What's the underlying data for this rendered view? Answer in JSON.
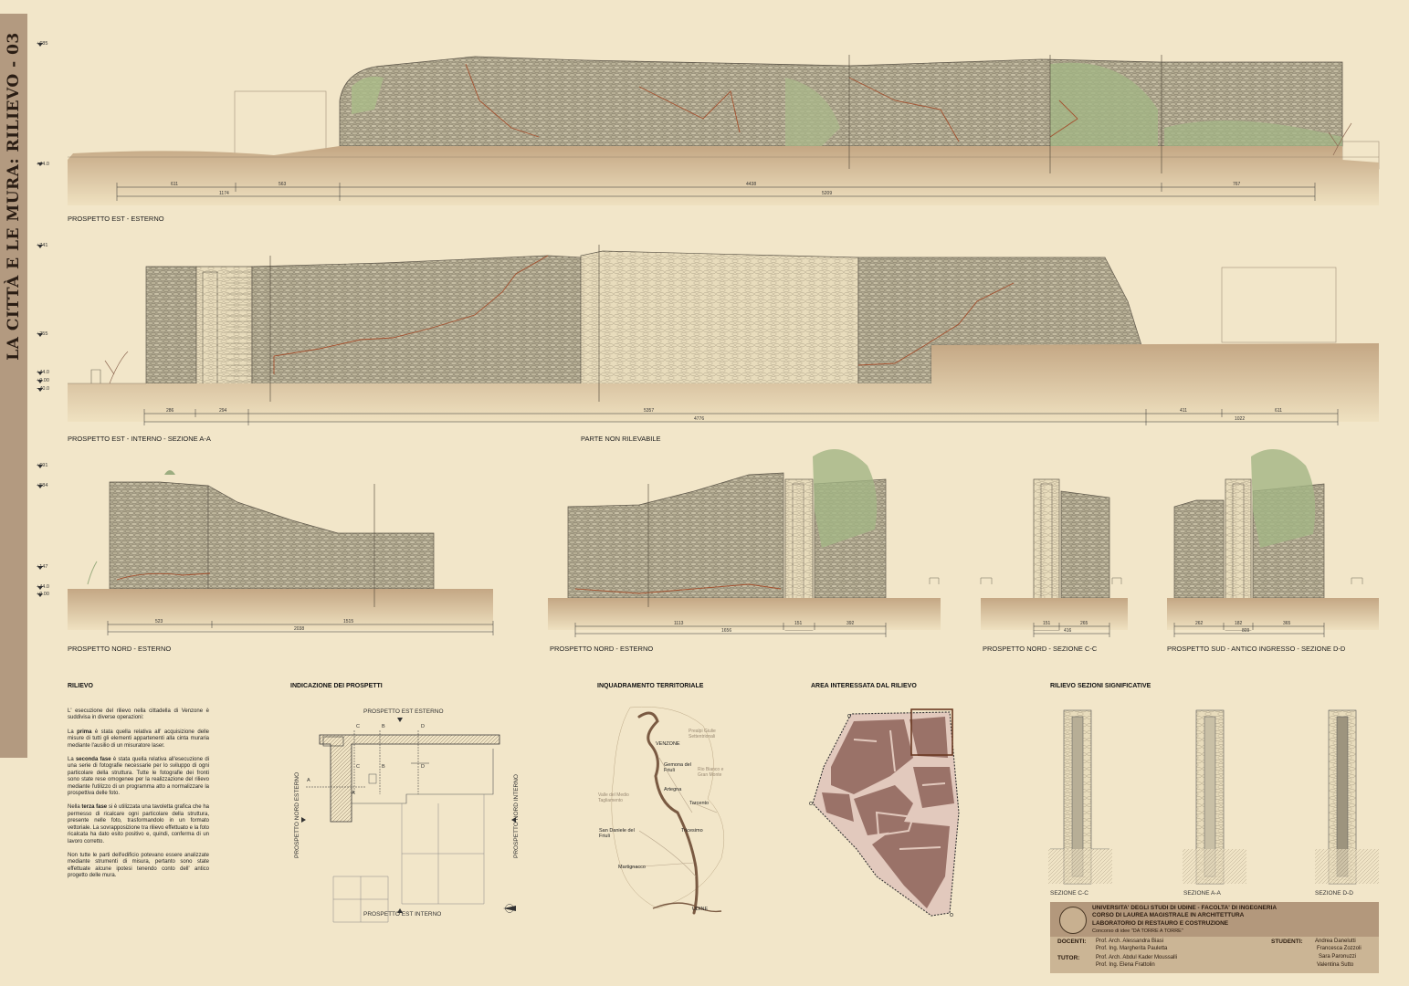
{
  "title": "LA CITTÀ E LE MURA: RILIEVO - 03",
  "colors": {
    "background": "#f2e6c9",
    "title_band": "#b39a80",
    "ground": "#c7ad8a",
    "stone": "#a9a089",
    "crack": "#a4502e",
    "vegetation": "#9cad80",
    "town_block": "#9a7268"
  },
  "elevation_1": {
    "label": "PROSPETTO EST - ESTERNO",
    "levels": [
      "+685",
      "+44.0"
    ],
    "dims_top": [
      "611",
      "563",
      "4438",
      "767"
    ],
    "dims_bottom": [
      "1174",
      "5209"
    ]
  },
  "elevation_2": {
    "label": "PROSPETTO EST - INTERNO - SEZIONE A-A",
    "note": "PARTE NON RILEVABILE",
    "levels": [
      "+741",
      "+255",
      "+44.0",
      "+0.00",
      "- 40.0"
    ],
    "dims_top": [
      "286",
      "294",
      "5357",
      "411",
      "611"
    ],
    "dims_bottom": [
      "4776",
      "1022"
    ]
  },
  "elevation_3": {
    "label": "PROSPETTO NORD - ESTERNO",
    "levels": [
      "+691",
      "+584",
      "+147",
      "+44.0",
      "+0.00"
    ],
    "dims_top": [
      "523",
      "1515"
    ],
    "dims_bottom": [
      "2038"
    ]
  },
  "elevation_4": {
    "label": "PROSPETTO NORD - ESTERNO",
    "dims_top": [
      "1113",
      "151",
      "392"
    ],
    "dims_bottom": [
      "1656"
    ]
  },
  "elevation_5": {
    "label": "PROSPETTO NORD - SEZIONE C-C",
    "dims_top": [
      "151",
      "265"
    ],
    "dims_bottom": [
      "416"
    ]
  },
  "elevation_6": {
    "label": "PROSPETTO SUD - ANTICO INGRESSO - SEZIONE D-D",
    "dims_top": [
      "262",
      "182",
      "365"
    ],
    "dims_bottom": [
      "809"
    ]
  },
  "rilievo": {
    "heading": "RILIEVO",
    "p1": "L' esecuzione del rilievo nella cittadella di Venzone è suddivisa in diverse operazioni:",
    "p2_bold": "prima",
    "p2_a": "La ",
    "p2_b": " è stata quella relativa all' acquisizione delle misure di tutti gli elementi appartenenti alla cinta muraria mediante l'ausilio di un misuratore laser.",
    "p3_bold": "seconda fase",
    "p3_a": "La ",
    "p3_b": " è stata quella relativa all'esecuzione di una serie di fotografie necessarie per lo sviluppo di ogni particolare della struttura. Tutte le fotografie dei fronti sono state rese omogenee per la realizzazione del rilievo mediante l'utilizzo di un programma atto a normalizzare la prospettiva delle foto.",
    "p4_bold": "terza fase",
    "p4_a": "Nella ",
    "p4_b": " si è utilizzata una tavoletta grafica che ha permesso di ricalcare ogni particolare della struttura, presente nelle foto, trasformandolo in un formato vettoriale. La sovrapposizione tra rilievo effettuato e la foto ricalcata ha dato esito positivo e, quindi, conferma di un lavoro corretto.",
    "p5": "Non tutte le parti dell'edificio potevano essere analizzate mediante strumenti di misura, pertanto sono state effettuate alcune ipotesi tenendo conto dell' antico progetto delle mura."
  },
  "indicazione": {
    "heading": "INDICAZIONE DEI PROSPETTI",
    "top_label": "PROSPETTO EST ESTERNO",
    "bottom_label": "PROSPETTO EST INTERNO",
    "left_label": "PROSPETTO NORD ESTERNO",
    "right_label": "PROSPETTO NORD INTERNO",
    "markers": [
      "C",
      "B",
      "D",
      "A",
      "C",
      "B",
      "D",
      "A"
    ]
  },
  "inquadramento": {
    "heading": "INQUADRAMENTO TERRITORIALE",
    "towns": [
      "VENZONE",
      "Gemona del Friuli",
      "Artegna",
      "Tarcento",
      "Tricesimo",
      "San Daniele del Friuli",
      "Martignacco",
      "UDINE"
    ],
    "regions": [
      "Prealpi Giulie Settentrionali",
      "Rio Bianco e Gran Monte",
      "Valle del Medio Tagliamento"
    ]
  },
  "area": {
    "heading": "AREA INTERESSATA DAL RILIEVO"
  },
  "sezioni": {
    "heading": "RILIEVO SEZIONI SIGNIFICATIVE",
    "labels": [
      "SEZIONE C-C",
      "SEZIONE A-A",
      "SEZIONE D-D"
    ]
  },
  "footer": {
    "uni": "UNIVERSITA' DEGLI STUDI DI UDINE - FACOLTA' DI INGEGNERIA",
    "course": "CORSO DI LAUREA MAGISTRALE IN ARCHITETTURA",
    "lab": "LABORATORIO DI RESTAURO E COSTRUZIONE",
    "contest": "Concorso di idee \"DA TORRE A TORRE\"",
    "docenti_label": "DOCENTI:",
    "docenti": [
      "Prof. Arch. Alessandra Biasi",
      "Prof. Ing. Margherita Pauletta"
    ],
    "tutor_label": "TUTOR:",
    "tutor": [
      "Prof. Arch. Abdul Kader Moussalli",
      "Prof. Ing. Elena Frattolin"
    ],
    "studenti_label": "STUDENTI:",
    "studenti": [
      "Andrea Danelutti",
      "Francesca Zozzoli",
      "Sara Paronuzzi",
      "Valentina Sutto"
    ]
  }
}
